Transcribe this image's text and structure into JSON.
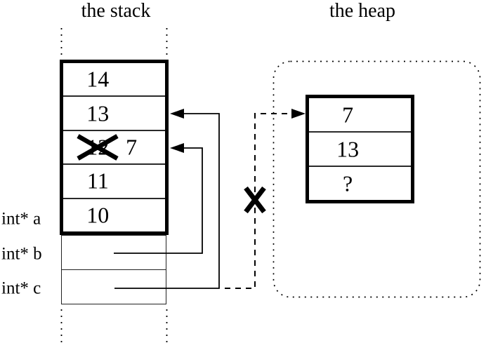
{
  "colors": {
    "ink": "#000000",
    "paper": "#ffffff"
  },
  "stack": {
    "title": "the stack",
    "frame_rows": [
      {
        "value": "14"
      },
      {
        "value": "13"
      },
      {
        "value": "12",
        "crossed_out": true,
        "new_value": "7"
      },
      {
        "value": "11"
      },
      {
        "value": "10"
      }
    ],
    "pointer_labels": [
      {
        "label": "int* a"
      },
      {
        "label": "int* b"
      },
      {
        "label": "int* c"
      }
    ]
  },
  "heap": {
    "title": "the heap",
    "block_rows": [
      {
        "value": "7"
      },
      {
        "value": "13"
      },
      {
        "value": "?"
      }
    ]
  }
}
